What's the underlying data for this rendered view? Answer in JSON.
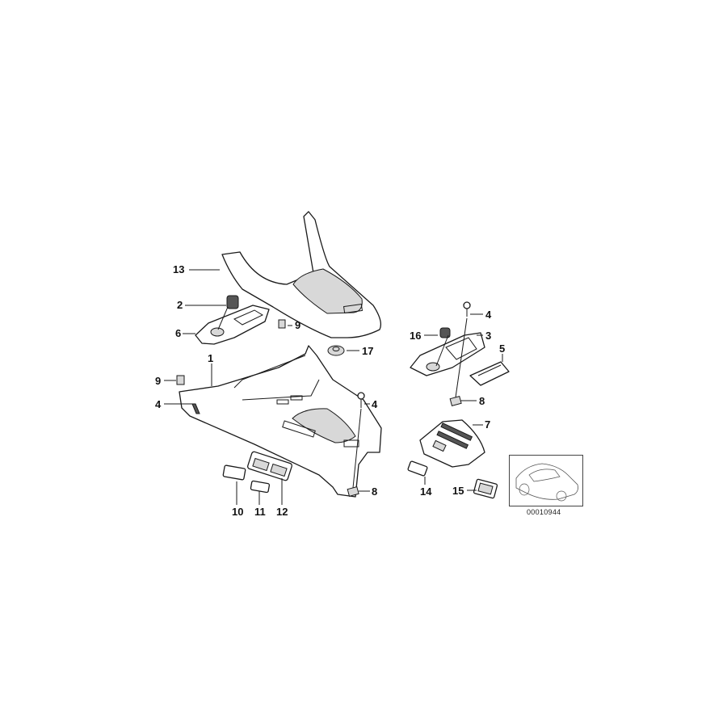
{
  "diagram": {
    "type": "exploded-parts-diagram",
    "subject": "center console assembly",
    "reference_number": "00010944",
    "callouts": [
      {
        "id": "1",
        "label": "1"
      },
      {
        "id": "2",
        "label": "2"
      },
      {
        "id": "3",
        "label": "3"
      },
      {
        "id": "4a",
        "label": "4"
      },
      {
        "id": "4b",
        "label": "4"
      },
      {
        "id": "4c",
        "label": "4"
      },
      {
        "id": "5",
        "label": "5"
      },
      {
        "id": "6",
        "label": "6"
      },
      {
        "id": "7",
        "label": "7"
      },
      {
        "id": "8a",
        "label": "8"
      },
      {
        "id": "8b",
        "label": "8"
      },
      {
        "id": "9a",
        "label": "9"
      },
      {
        "id": "9b",
        "label": "9"
      },
      {
        "id": "10",
        "label": "10"
      },
      {
        "id": "11",
        "label": "11"
      },
      {
        "id": "12",
        "label": "12"
      },
      {
        "id": "13",
        "label": "13"
      },
      {
        "id": "14",
        "label": "14"
      },
      {
        "id": "15",
        "label": "15"
      },
      {
        "id": "16",
        "label": "16"
      },
      {
        "id": "17",
        "label": "17"
      }
    ],
    "thumbnail": {
      "icon": "car-sedan-icon",
      "caption": "00010944"
    }
  }
}
